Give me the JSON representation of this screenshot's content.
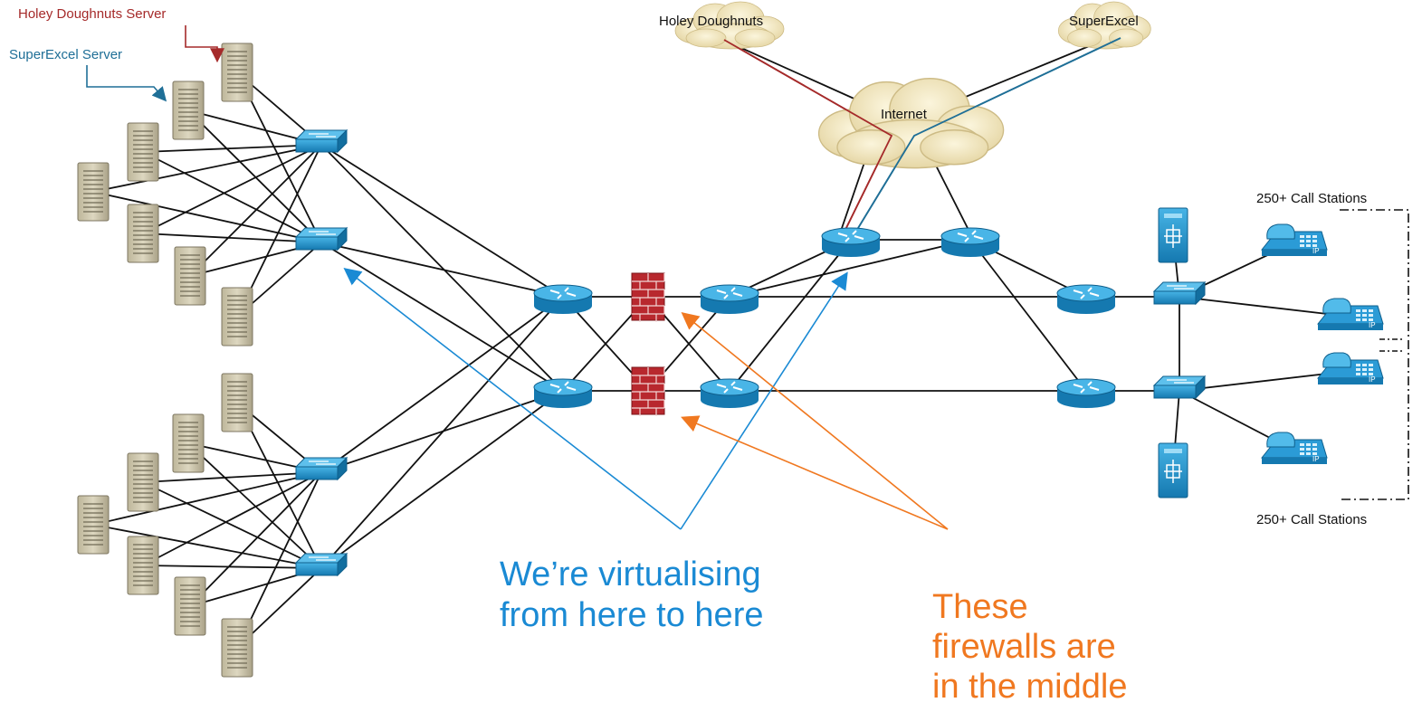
{
  "labels": {
    "holey_server": "Holey Doughnuts Server",
    "superexcel_server": "SuperExcel Server",
    "holey_cloud": "Holey Doughnuts",
    "superexcel_cloud": "SuperExcel",
    "internet_cloud": "Internet",
    "call_stations_top": "250+ Call Stations",
    "call_stations_bottom": "250+ Call Stations",
    "phone_tag": "IP"
  },
  "annotations": {
    "virtualising_line1": "We’re virtualising",
    "virtualising_line2": "from here to here",
    "firewalls_line1": "These",
    "firewalls_line2": "firewalls are",
    "firewalls_line3": "in the middle"
  },
  "colors": {
    "holey": "#a52a2a",
    "superexcel": "#1f6f97",
    "annotation_blue": "#1a8ad4",
    "annotation_orange": "#f07820",
    "device_blue": "#1d94cf",
    "firewall_red": "#b8282e",
    "server_beige": "#d2ccb4",
    "cloud": "#f3e8c4"
  },
  "icons": {
    "server": "server-rack-icon",
    "switch": "switch-icon",
    "router": "router-icon",
    "firewall": "firewall-icon",
    "cloud": "cloud-icon",
    "ip_phone": "ip-phone-icon",
    "call_server": "call-server-icon"
  }
}
